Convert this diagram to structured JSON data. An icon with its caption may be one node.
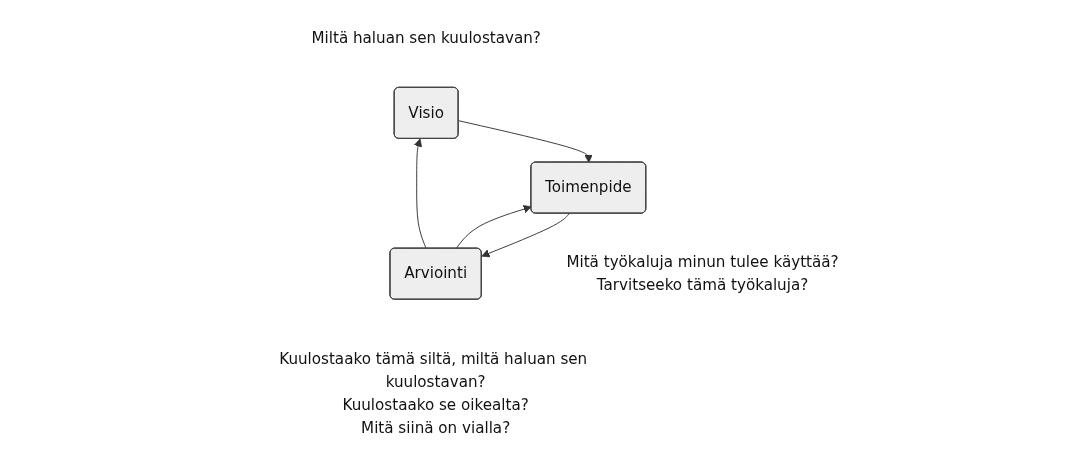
{
  "diagram": {
    "nodes": [
      {
        "text": [
          "Visio"
        ],
        "beside": [
          "Miltä haluan sen kuulostavan?"
        ]
      },
      {
        "text": [
          "Toimenpide"
        ],
        "beside": [
          "Mitä työkaluja minun tulee käyttää?",
          "Tarvitseeko tämä työkaluja?"
        ]
      },
      {
        "text": [
          "Arviointi"
        ],
        "beside": [
          "Kuulostaako tämä siltä, miltä haluan sen kuulostavan?",
          "Kuulostaako se oikealta?",
          "Mitä siinä on vialla?"
        ]
      }
    ],
    "edges": [
      {
        "from": 0,
        "to": 1,
        "arrow": "to"
      },
      {
        "from": 1,
        "to": 2,
        "arrow": "to"
      },
      {
        "from": 2,
        "to": 1,
        "arrow": "to"
      },
      {
        "from": 2,
        "to": 0,
        "arrow": "to"
      }
    ]
  }
}
